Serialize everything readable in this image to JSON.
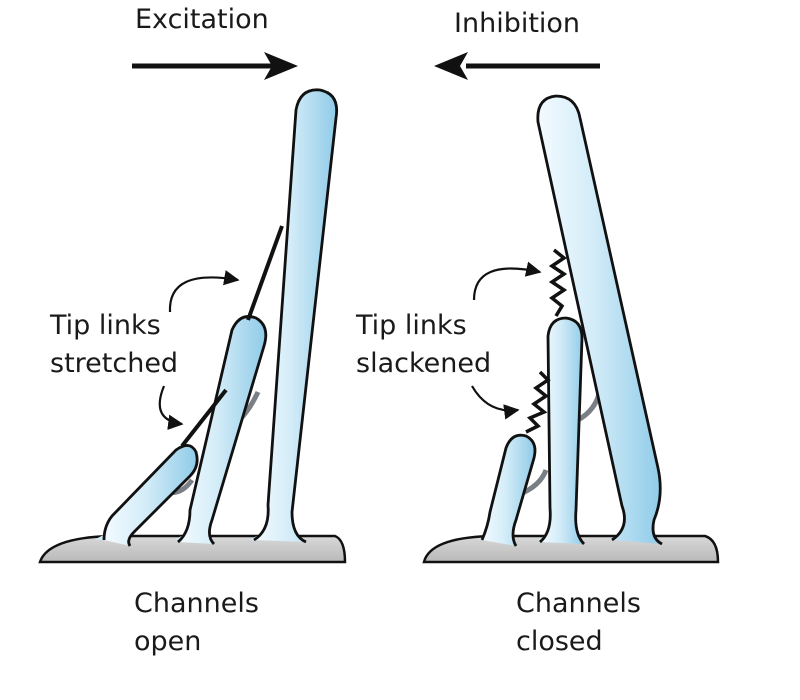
{
  "panels": {
    "left": {
      "direction_label": "Excitation",
      "tip_label_line1": "Tip links",
      "tip_label_line2": "stretched",
      "state_line1": "Channels",
      "state_line2": "open"
    },
    "right": {
      "direction_label": "Inhibition",
      "tip_label_line1": "Tip links",
      "tip_label_line2": "slackened",
      "state_line1": "Channels",
      "state_line2": "closed"
    }
  },
  "colors": {
    "stereocilia_fill": "#9fd3ec",
    "stereocilia_highlight": "#f3fbff",
    "outline": "#111111",
    "base_fill": "#c9c9c9",
    "side_link": "#7a7f86"
  }
}
